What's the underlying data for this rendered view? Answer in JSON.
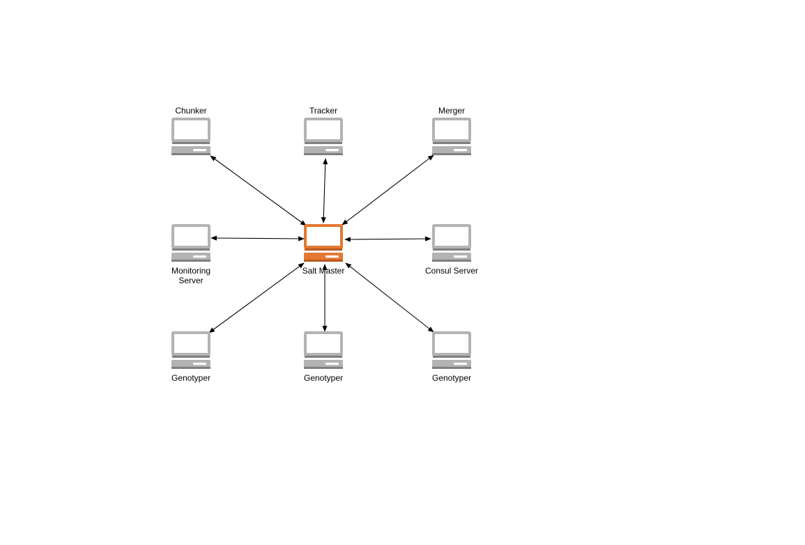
{
  "diagram": {
    "colors": {
      "node": "#b3b3b3",
      "node_dark": "#7f7f7f",
      "hub": "#e47832",
      "hub_dark": "#b85a1f",
      "screen": "#ffffff",
      "arrow": "#000000"
    },
    "hub": {
      "id": "salt-master",
      "label": [
        "Salt Master"
      ],
      "icon": "computer-icon"
    },
    "nodes": [
      {
        "id": "chunker",
        "label": [
          "Chunker"
        ],
        "icon": "computer-icon"
      },
      {
        "id": "tracker",
        "label": [
          "Tracker"
        ],
        "icon": "computer-icon"
      },
      {
        "id": "merger",
        "label": [
          "Merger"
        ],
        "icon": "computer-icon"
      },
      {
        "id": "monitoring-server",
        "label": [
          "Monitoring",
          "Server"
        ],
        "icon": "computer-icon"
      },
      {
        "id": "consul-server",
        "label": [
          "Consul Server"
        ],
        "icon": "computer-icon"
      },
      {
        "id": "genotyper-1",
        "label": [
          "Genotyper"
        ],
        "icon": "computer-icon"
      },
      {
        "id": "genotyper-2",
        "label": [
          "Genotyper"
        ],
        "icon": "computer-icon"
      },
      {
        "id": "genotyper-3",
        "label": [
          "Genotyper"
        ],
        "icon": "computer-icon"
      }
    ],
    "edges": [
      {
        "from": "salt-master",
        "to": "chunker",
        "bidirectional": true
      },
      {
        "from": "salt-master",
        "to": "tracker",
        "bidirectional": true
      },
      {
        "from": "salt-master",
        "to": "merger",
        "bidirectional": true
      },
      {
        "from": "salt-master",
        "to": "monitoring-server",
        "bidirectional": true
      },
      {
        "from": "salt-master",
        "to": "consul-server",
        "bidirectional": true
      },
      {
        "from": "salt-master",
        "to": "genotyper-1",
        "bidirectional": true
      },
      {
        "from": "salt-master",
        "to": "genotyper-2",
        "bidirectional": true
      },
      {
        "from": "salt-master",
        "to": "genotyper-3",
        "bidirectional": true
      }
    ]
  }
}
